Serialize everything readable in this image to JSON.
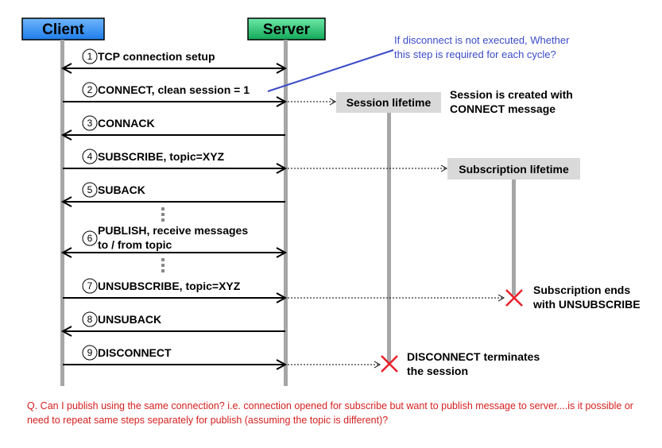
{
  "participants": {
    "client": "Client",
    "server": "Server"
  },
  "steps": [
    {
      "num": "1",
      "lines": [
        "TCP connection setup"
      ],
      "dir": "both"
    },
    {
      "num": "2",
      "lines": [
        "CONNECT, clean session = 1"
      ],
      "dir": "right"
    },
    {
      "num": "3",
      "lines": [
        "CONNACK"
      ],
      "dir": "left"
    },
    {
      "num": "4",
      "lines": [
        "SUBSCRIBE, topic=XYZ"
      ],
      "dir": "right"
    },
    {
      "num": "5",
      "lines": [
        "SUBACK"
      ],
      "dir": "left"
    },
    {
      "num": "6",
      "lines": [
        "PUBLISH, receive messages",
        "to / from topic"
      ],
      "dir": "both"
    },
    {
      "num": "7",
      "lines": [
        "UNSUBSCRIBE, topic=XYZ"
      ],
      "dir": "right"
    },
    {
      "num": "8",
      "lines": [
        "UNSUBACK"
      ],
      "dir": "left"
    },
    {
      "num": "9",
      "lines": [
        "DISCONNECT"
      ],
      "dir": "right"
    }
  ],
  "lifetimes": {
    "session": "Session lifetime",
    "subscription": "Subscription lifetime"
  },
  "notes": {
    "session_created": [
      "Session is created with",
      "CONNECT message"
    ],
    "subscription_ends": [
      "Subscription ends",
      "with UNSUBSCRIBE"
    ],
    "disconnect_terminates": [
      "DISCONNECT terminates",
      "the session"
    ],
    "blue_comment": [
      "If disconnect is not executed, Whether",
      "this step is required for each cycle?"
    ]
  },
  "question": "Q. Can I publish using the same connection? i.e. connection opened for subscribe but want to publish message to server....is it possible or need to repeat same steps separately for publish (assuming the topic is different)?",
  "colors": {
    "client_box": "#2f8ff0",
    "server_box": "#1fbf6a",
    "lifeline": "#a6a6a6",
    "lifetime_box": "#d9d9d9",
    "x_mark": "#e8202a",
    "comment_line": "#3b4bc8",
    "question_text": "#d62020"
  }
}
